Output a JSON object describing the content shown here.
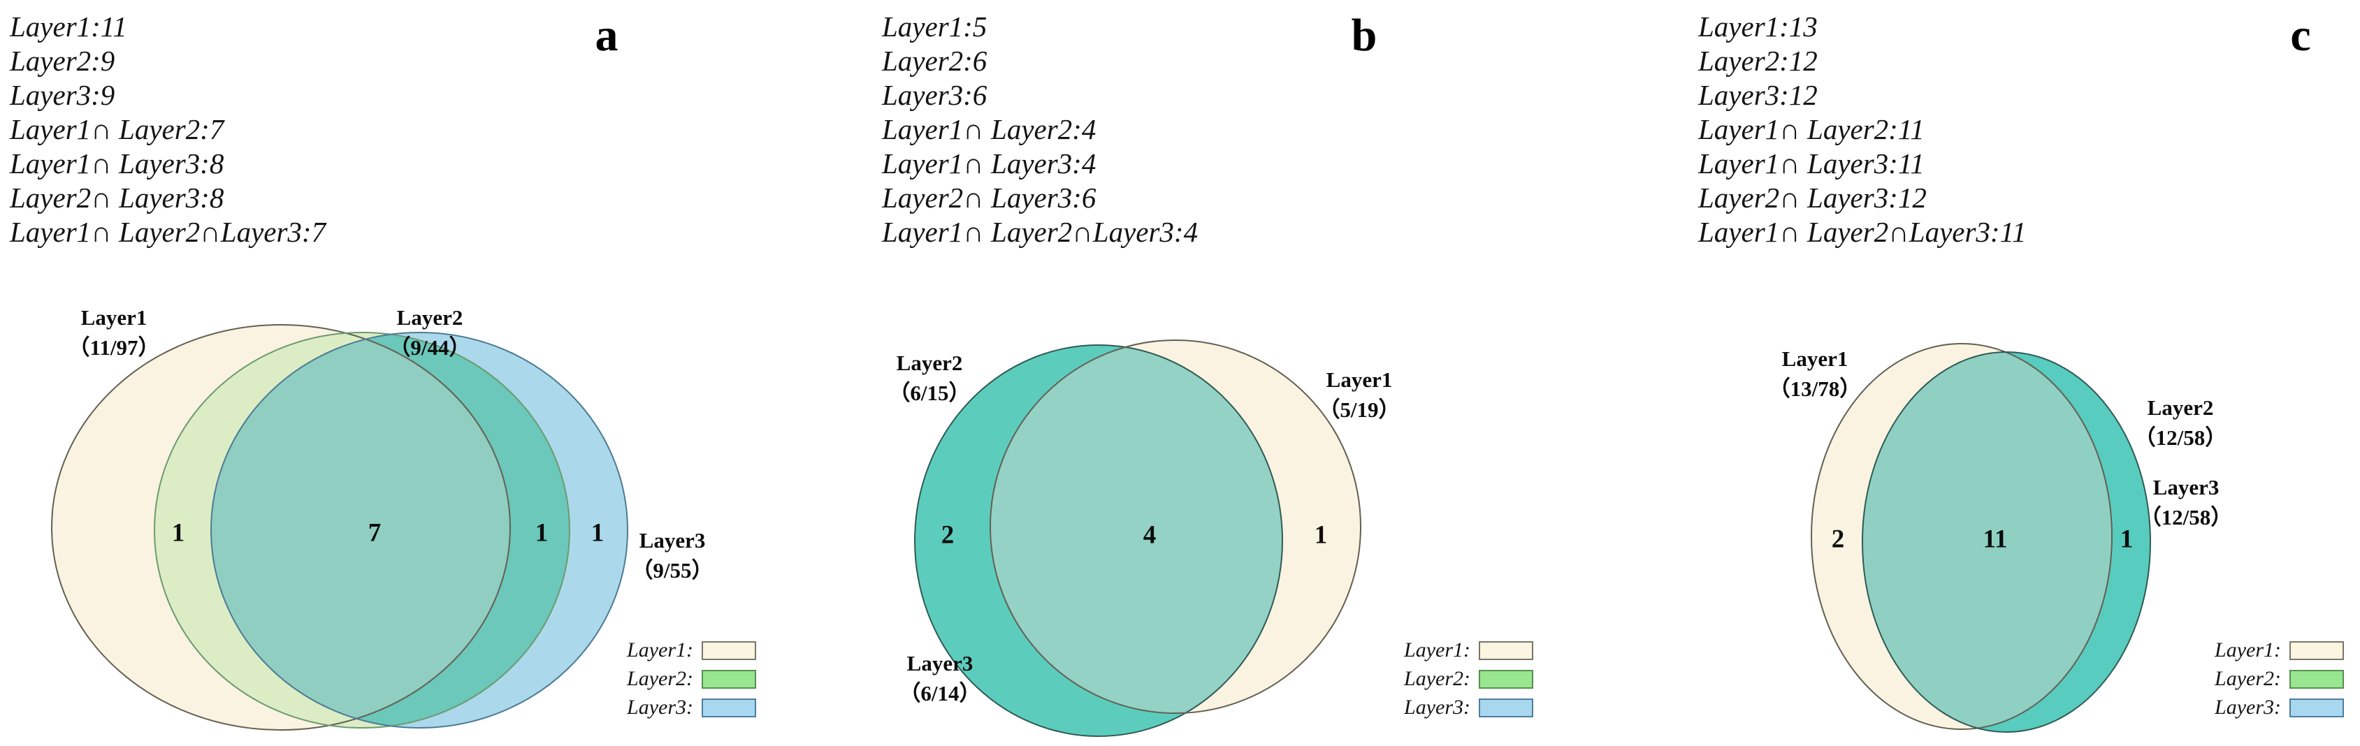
{
  "figure_type": "venn-diagram-figure",
  "panels": [
    {
      "letter": "a",
      "stats": [
        "Layer1:11",
        "Layer2:9",
        "Layer3:9",
        "Layer1∩ Layer2:7",
        "Layer1∩ Layer3:8",
        "Layer2∩ Layer3:8",
        "Layer1∩ Layer2∩Layer3:7"
      ],
      "set_labels": [
        {
          "name": "Layer1",
          "sub": "（11/97）"
        },
        {
          "name": "Layer2",
          "sub": "（9/44）"
        },
        {
          "name": "Layer3",
          "sub": "（9/55）"
        }
      ],
      "counts": [
        "1",
        "7",
        "1",
        "1"
      ],
      "colors": {
        "layer1": "#faf3e1",
        "l1l2": "#dcedc6",
        "layer3": "#abd9eb",
        "l2l3": "#6bc8ba",
        "center": "#8fcec0"
      }
    },
    {
      "letter": "b",
      "stats": [
        "Layer1:5",
        "Layer2:6",
        "Layer3:6",
        "Layer1∩ Layer2:4",
        "Layer1∩ Layer3:4",
        "Layer2∩ Layer3:6",
        "Layer1∩ Layer2∩Layer3:4"
      ],
      "set_labels": [
        {
          "name": "Layer2",
          "sub": "（6/15）"
        },
        {
          "name": "Layer1",
          "sub": "（5/19）"
        },
        {
          "name": "Layer3",
          "sub": "（6/14）"
        }
      ],
      "counts": [
        "2",
        "4",
        "1"
      ],
      "colors": {
        "cream": "#faf3e1",
        "teal": "#5ccdbd",
        "overlap": "#93d2c4"
      }
    },
    {
      "letter": "c",
      "stats": [
        "Layer1:13",
        "Layer2:12",
        "Layer3:12",
        "Layer1∩ Layer2:11",
        "Layer1∩ Layer3:11",
        "Layer2∩ Layer3:12",
        "Layer1∩ Layer2∩Layer3:11"
      ],
      "set_labels": [
        {
          "name": "Layer1",
          "sub": "（13/78）"
        },
        {
          "name": "Layer2",
          "sub": "（12/58）"
        },
        {
          "name": "Layer3",
          "sub": "（12/58）"
        }
      ],
      "counts": [
        "2",
        "11",
        "1"
      ],
      "colors": {
        "cream": "#faf3e1",
        "teal": "#58ccbe",
        "overlap": "#8fd0c3"
      }
    }
  ],
  "legend": {
    "items": [
      {
        "label": "Layer1:",
        "color": "#fbf5e2",
        "border": "#79766a"
      },
      {
        "label": "Layer2:",
        "color": "#99e690",
        "border": "#55914f"
      },
      {
        "label": "Layer3:",
        "color": "#a8d7f0",
        "border": "#4d7e9d"
      }
    ]
  },
  "chart_data": [
    {
      "type": "venn",
      "panel": "a",
      "sets": {
        "Layer1": 11,
        "Layer2": 9,
        "Layer3": 9
      },
      "intersections": {
        "Layer1∩Layer2": 7,
        "Layer1∩Layer3": 8,
        "Layer2∩Layer3": 8,
        "Layer1∩Layer2∩Layer3": 7
      },
      "set_annotations": {
        "Layer1": "11/97",
        "Layer2": "9/44",
        "Layer3": "9/55"
      },
      "displayed_region_counts": {
        "layer1_layer2_only": 1,
        "all_three": 7,
        "layer2_layer3_only": 1,
        "layer3_only": 1
      }
    },
    {
      "type": "venn",
      "panel": "b",
      "sets": {
        "Layer1": 5,
        "Layer2": 6,
        "Layer3": 6
      },
      "intersections": {
        "Layer1∩Layer2": 4,
        "Layer1∩Layer3": 4,
        "Layer2∩Layer3": 6,
        "Layer1∩Layer2∩Layer3": 4
      },
      "set_annotations": {
        "Layer2": "6/15",
        "Layer1": "5/19",
        "Layer3": "6/14"
      },
      "displayed_region_counts": {
        "layer2_layer3_only": 2,
        "all_three": 4,
        "layer1_only": 1
      }
    },
    {
      "type": "venn",
      "panel": "c",
      "sets": {
        "Layer1": 13,
        "Layer2": 12,
        "Layer3": 12
      },
      "intersections": {
        "Layer1∩Layer2": 11,
        "Layer1∩Layer3": 11,
        "Layer2∩Layer3": 12,
        "Layer1∩Layer2∩Layer3": 11
      },
      "set_annotations": {
        "Layer1": "13/78",
        "Layer2": "12/58",
        "Layer3": "12/58"
      },
      "displayed_region_counts": {
        "layer1_only": 2,
        "all_three": 11,
        "layer2_layer3_only": 1
      }
    }
  ]
}
